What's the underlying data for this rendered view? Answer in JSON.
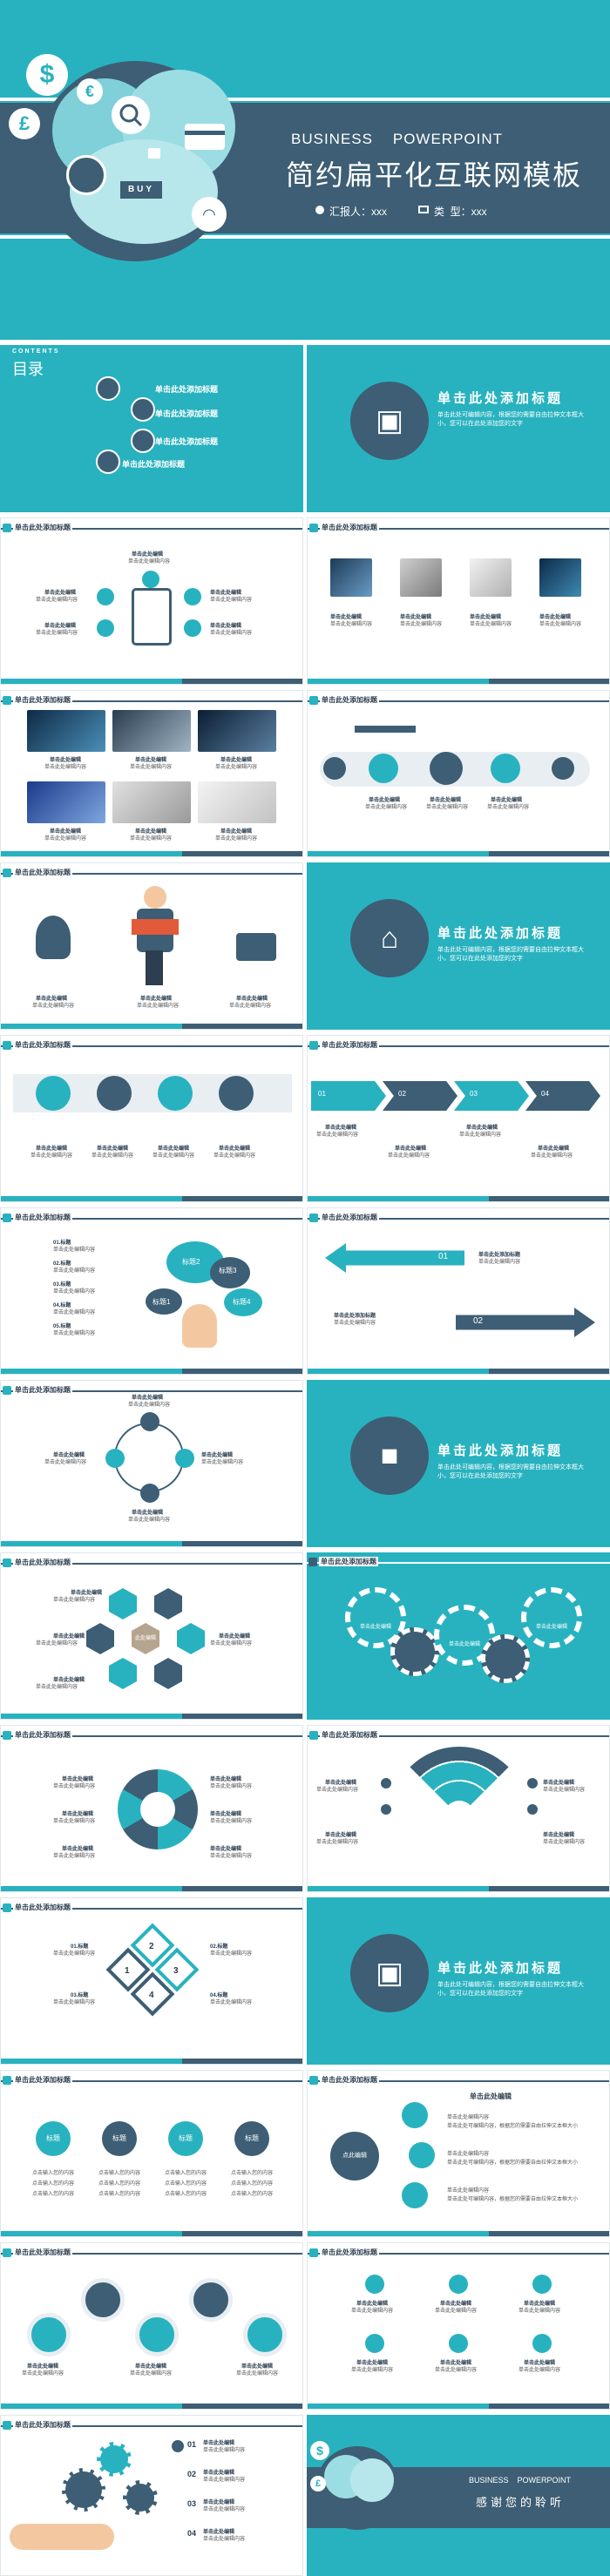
{
  "cover": {
    "brand_line": "BUSINESS    POWERPOINT",
    "title": "简约扁平化互联网模板",
    "reporter": "汇报人：xxx",
    "dept": "类  型：xxx",
    "buy": "BUY",
    "colors": {
      "teal": "#28b2bf",
      "navy": "#3d5e74",
      "light": "#e8f6f8"
    }
  },
  "contents": {
    "label": "CONTENTS",
    "title": "目录",
    "items": [
      "单击此处添加标题",
      "单击此处添加标题",
      "单击此处添加标题",
      "单击此处添加标题"
    ]
  },
  "section": {
    "title": "单击此处添加标题",
    "desc": "单击此处可编辑内容，根据您的需要自由拉伸文本框大小，您可以在此处添加您的文字"
  },
  "header_label": "单击此处添加标题",
  "text": {
    "edit_title": "单击此处编辑",
    "edit_content": "单击此处编辑内容",
    "add_title": "单击此处添加标题",
    "add_content": "单击此处添加内容",
    "body": "单击此处可编辑内容，根据您的需要自由拉伸文本框大小",
    "bullet": "点击输入您的内容",
    "label": "标题",
    "label_1": "标题1",
    "label_2": "标题2",
    "label_3": "标题3",
    "label_4": "标题4",
    "center_edit": "此处编辑",
    "center_slide": "点此编辑",
    "n01": "01",
    "n02": "02",
    "n03": "03",
    "n04": "04",
    "s1": "01.标题",
    "s2": "02.标题",
    "s3": "03.标题",
    "s4": "04.标题",
    "s5": "05.标题",
    "d1": "1",
    "d2": "2",
    "d3": "3",
    "d4": "4"
  },
  "closing": {
    "brand_line": "BUSINESS    POWERPOINT",
    "thanks": "感谢您的聆听"
  }
}
